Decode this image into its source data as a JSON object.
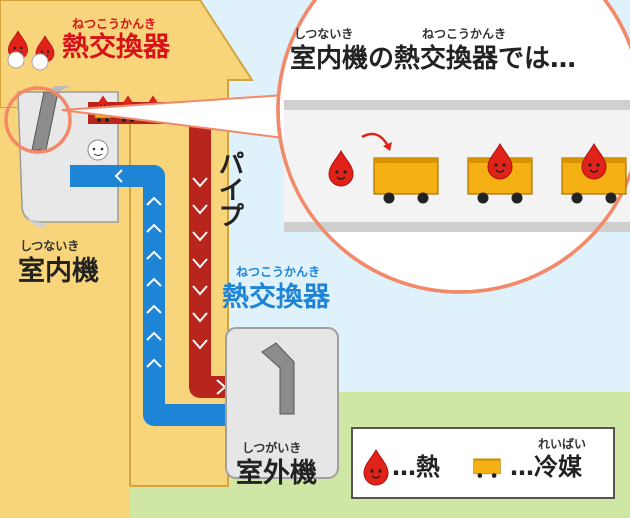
{
  "indoor_hx": {
    "ruby": "ねつこうかんき",
    "label": "熱交換器"
  },
  "indoor_unit": {
    "ruby": "しつないき",
    "label": "室内機"
  },
  "pipe": {
    "label": "パイプ"
  },
  "outdoor_hx": {
    "ruby": "ねつこうかんき",
    "label": "熱交換器"
  },
  "outdoor_unit": {
    "ruby": "しつがいき",
    "label": "室外機"
  },
  "callout": {
    "title_ruby_1": "しつないき",
    "title_ruby_2": "ねつこうかんき",
    "title": "室内機の熱交換器では…"
  },
  "legend": {
    "heat_label": "…熱",
    "coolant_ruby": "れいばい",
    "coolant_label": "…冷媒"
  },
  "colors": {
    "hot_pipe": "#b8251c",
    "cold_pipe": "#1d84d6",
    "wall": "#f8d47a",
    "sky": "#dff1fb",
    "grass": "#cfe6a4",
    "hot_label": "#d8121b",
    "cold_label": "#1d84d6",
    "heat_drop": "#e02218",
    "coolant_cart": "#f5b014"
  },
  "icons": [
    "heat-drop-icon",
    "coolant-cart-icon",
    "face-icon",
    "curved-arrow-icon"
  ]
}
